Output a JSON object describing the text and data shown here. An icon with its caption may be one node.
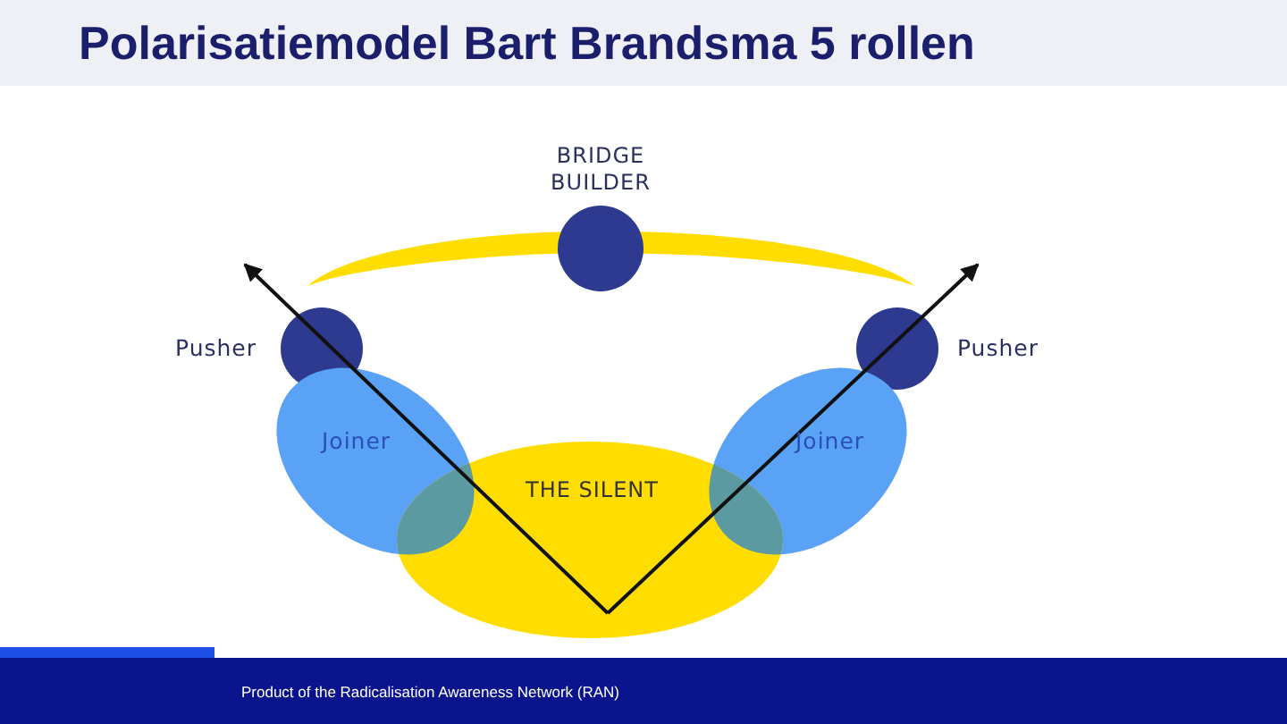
{
  "diagram": {
    "title": "Polarisatiemodel Bart Brandsma 5 rollen",
    "nodes": [
      {
        "text": [
          "BRIDGE BUILDER"
        ]
      },
      {
        "text": [
          "Pusher"
        ]
      },
      {
        "text": [
          "Pusher"
        ]
      },
      {
        "text": [
          "Joiner"
        ]
      },
      {
        "text": [
          "Joiner"
        ]
      },
      {
        "text": [
          "THE SILENT"
        ]
      },
      {
        "text": [],
        "shape": "bar"
      }
    ],
    "labels": [
      "Product of the Radicalisation Awareness Network (RAN)"
    ]
  }
}
